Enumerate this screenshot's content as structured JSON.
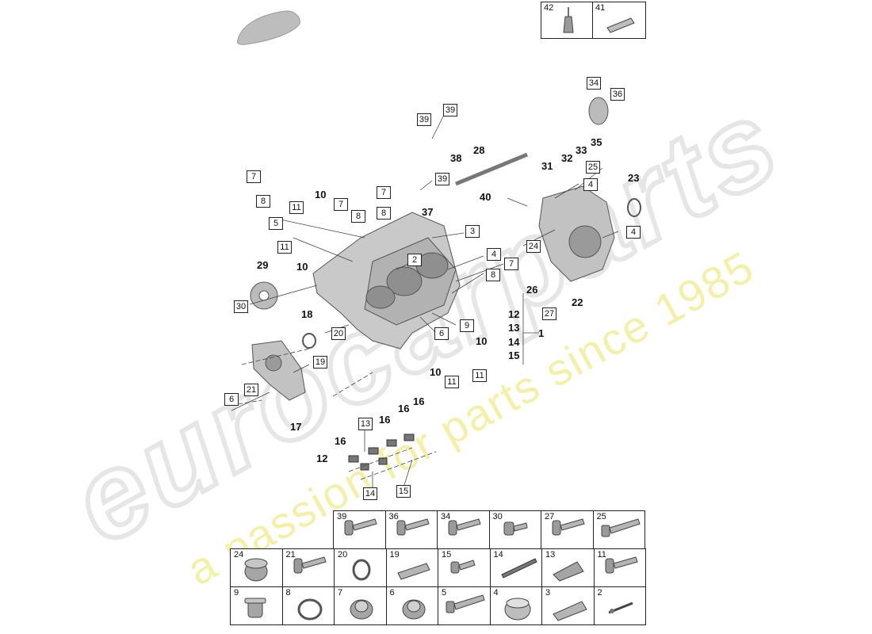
{
  "watermark": {
    "brand": "eurocarparts",
    "tagline": "a passion for parts since 1985"
  },
  "legend_top": [
    {
      "num": "42",
      "icon": "lubricant-bottle-icon"
    },
    {
      "num": "41",
      "icon": "sealant-tube-icon"
    }
  ],
  "callouts": {
    "b39a": "39",
    "b39b": "39",
    "b39c": "39",
    "b34": "34",
    "b36": "36",
    "b25": "25",
    "b4a": "4",
    "b4b": "4",
    "b7a": "7",
    "b8a": "8",
    "b7b": "7",
    "b8b": "8",
    "b7c": "7",
    "b8c": "8",
    "b11a": "11",
    "b5": "5",
    "b11b": "11",
    "b3": "3",
    "b2": "2",
    "b4c": "4",
    "b7d": "7",
    "b8d": "8",
    "b24": "24",
    "b30": "30",
    "b20": "20",
    "b9": "9",
    "b6a": "6",
    "b27": "27",
    "b19": "19",
    "b21": "21",
    "b6b": "6",
    "b11c": "11",
    "b11d": "11",
    "b13": "13",
    "b14": "14",
    "b15": "15",
    "n38": "38",
    "n28": "28",
    "n31": "31",
    "n32": "32",
    "n33": "33",
    "n35": "35",
    "n23": "23",
    "n40": "40",
    "n37": "37",
    "n10a": "10",
    "n10b": "10",
    "n29": "29",
    "n26": "26",
    "n22": "22",
    "n12a": "12",
    "n13": "13",
    "n14": "14",
    "n15": "15",
    "n1": "1",
    "n18": "18",
    "n10c": "10",
    "n10d": "10",
    "n16a": "16",
    "n16b": "16",
    "n16c": "16",
    "n16d": "16",
    "n17": "17",
    "n12b": "12"
  },
  "parts_table": [
    [
      {
        "num": "39",
        "icon": "flange-bolt-icon"
      },
      {
        "num": "36",
        "icon": "flange-bolt-icon"
      },
      {
        "num": "34",
        "icon": "flange-bolt-icon"
      },
      {
        "num": "30",
        "icon": "short-bolt-icon"
      },
      {
        "num": "27",
        "icon": "flange-bolt-icon"
      },
      {
        "num": "25",
        "icon": "long-bolt-icon"
      }
    ],
    [
      {
        "num": "24",
        "icon": "sleeve-icon"
      },
      {
        "num": "21",
        "icon": "flange-bolt-icon"
      },
      {
        "num": "20",
        "icon": "sealing-ring-icon"
      },
      {
        "num": "19",
        "icon": "dowel-pin-icon"
      },
      {
        "num": "15",
        "icon": "small-bolt-icon"
      },
      {
        "num": "14",
        "icon": "stud-bolt-icon"
      },
      {
        "num": "13",
        "icon": "dowel-sleeve-icon"
      },
      {
        "num": "11",
        "icon": "flange-bolt-icon"
      }
    ],
    [
      {
        "num": "9",
        "icon": "plug-icon"
      },
      {
        "num": "8",
        "icon": "o-ring-icon"
      },
      {
        "num": "7",
        "icon": "cap-plug-icon"
      },
      {
        "num": "6",
        "icon": "cap-plug-icon"
      },
      {
        "num": "5",
        "icon": "long-bolt-icon"
      },
      {
        "num": "4",
        "icon": "bushing-icon"
      },
      {
        "num": "3",
        "icon": "pin-icon"
      },
      {
        "num": "2",
        "icon": "small-pin-icon"
      }
    ]
  ]
}
